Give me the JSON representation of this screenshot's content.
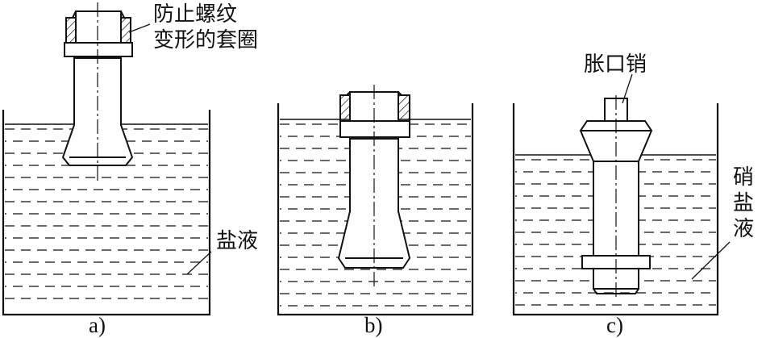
{
  "panels": [
    {
      "caption": "a)",
      "labels": [
        "防止螺纹",
        "变形的套圈",
        "盐液"
      ]
    },
    {
      "caption": "b)",
      "labels": []
    },
    {
      "caption": "c)",
      "labels": [
        "胀口销",
        "硝",
        "盐",
        "液"
      ]
    }
  ],
  "colors": {
    "line": "#111111",
    "background": "#ffffff"
  }
}
